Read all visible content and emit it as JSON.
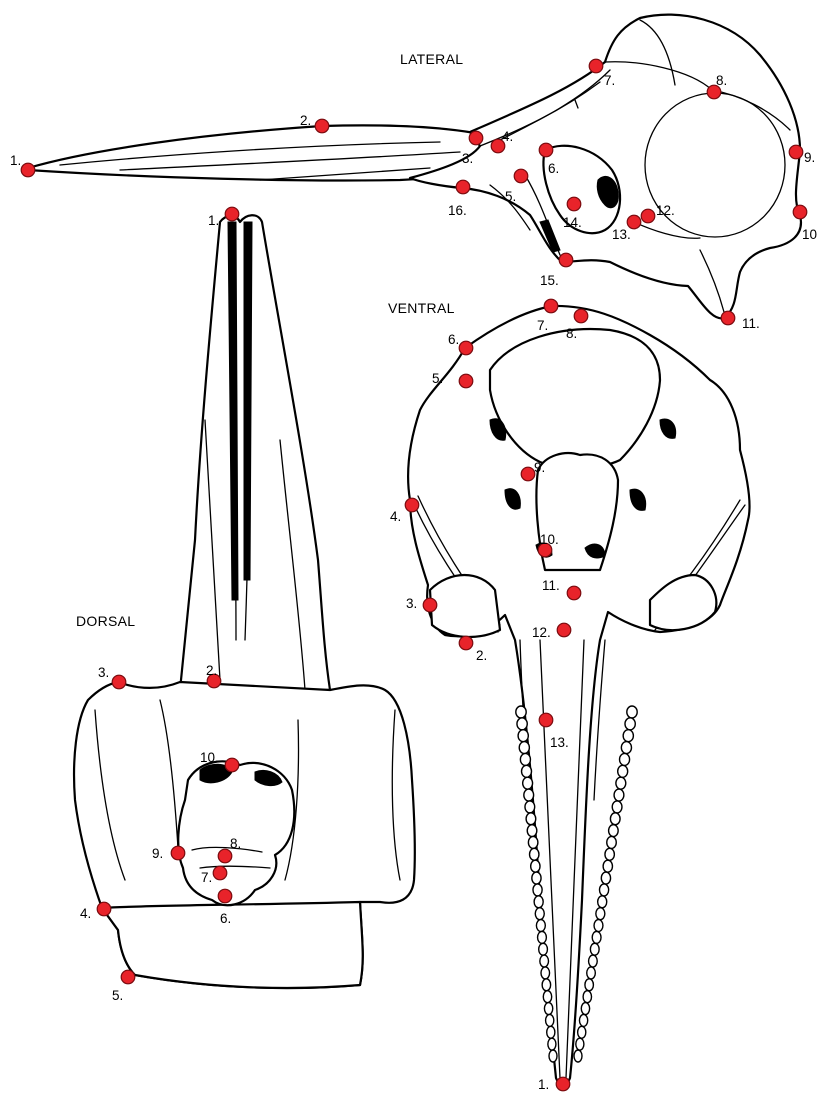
{
  "views": {
    "lateral": {
      "title": "LATERAL",
      "landmarks": [
        "1.",
        "2.",
        "3.",
        "4.",
        "5.",
        "6.",
        "7.",
        "8.",
        "9.",
        "10",
        "11.",
        "12.",
        "13.",
        "14.",
        "15.",
        "16."
      ]
    },
    "dorsal": {
      "title": "DORSAL",
      "landmarks": [
        "1.",
        "2.",
        "3.",
        "4.",
        "5.",
        "6.",
        "7.",
        "8.",
        "9.",
        "10."
      ]
    },
    "ventral": {
      "title": "VENTRAL",
      "landmarks": [
        "1.",
        "2.",
        "3.",
        "4.",
        "5.",
        "6.",
        "7.",
        "8.",
        "9.",
        "10.",
        "11.",
        "12.",
        "13."
      ]
    }
  },
  "colors": {
    "landmark": "#e8232a",
    "line": "#000000",
    "background": "#ffffff"
  }
}
